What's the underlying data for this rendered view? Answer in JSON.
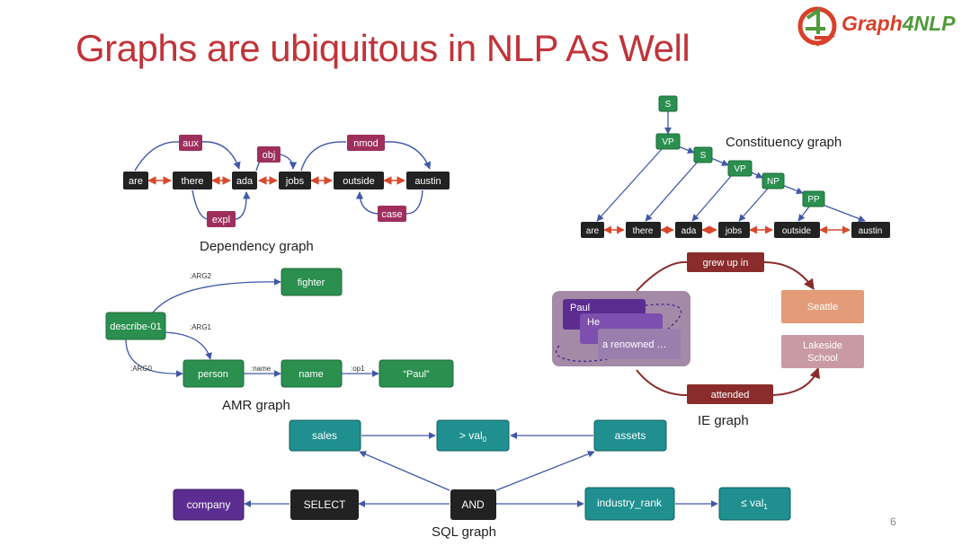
{
  "slide": {
    "title": "Graphs are ubiquitous in NLP As Well",
    "page_number": "6",
    "logo": {
      "text_main": "Graph",
      "text_accent": "4NLP"
    }
  },
  "colors": {
    "title": "#c0343a",
    "word_node": "#222222",
    "dep_label": "#9e2f5c",
    "green_node": "#2a8f4f",
    "teal_node": "#1f8f8f",
    "purple_node": "#5c2d91",
    "edge_blue": "#4058a8",
    "edge_red": "#d9482b",
    "ie_edge": "#8a2c2c",
    "seattle": "#e39b78",
    "lakeside": "#c99aa3"
  },
  "dependency_graph": {
    "caption": "Dependency graph",
    "words": [
      "are",
      "there",
      "ada",
      "jobs",
      "outside",
      "austin"
    ],
    "labels": [
      "aux",
      "obj",
      "nmod",
      "expl",
      "case"
    ]
  },
  "constituency_graph": {
    "caption": "Constituency graph",
    "nonterminals": [
      "S",
      "VP",
      "S",
      "VP",
      "NP",
      "PP"
    ],
    "words": [
      "are",
      "there",
      "ada",
      "jobs",
      "outside",
      "austin"
    ]
  },
  "amr_graph": {
    "caption": "AMR graph",
    "nodes": [
      "describe-01",
      "fighter",
      "person",
      "name",
      "“Paul”"
    ],
    "edge_labels": [
      ":ARG2",
      ":ARG1",
      ":ARG0",
      ":name",
      ":op1"
    ]
  },
  "ie_graph": {
    "caption": "IE graph",
    "mentions": [
      "Paul",
      "He",
      "a renowned …"
    ],
    "entities": [
      "Seattle",
      "Lakeside School"
    ],
    "relations": [
      "grew up in",
      "attended"
    ]
  },
  "sql_graph": {
    "caption": "SQL graph",
    "nodes": {
      "sales": "sales",
      "gt_val_prefix": "> val",
      "gt_val_sub": "0",
      "assets": "assets",
      "company": "company",
      "select": "SELECT",
      "and": "AND",
      "industry_rank": "industry_rank",
      "le_val_prefix": "≤ val",
      "le_val_sub": "1"
    }
  }
}
